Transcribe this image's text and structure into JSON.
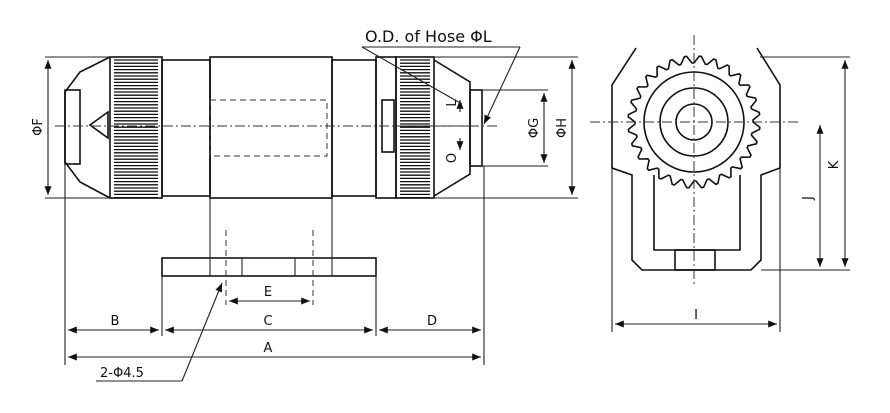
{
  "labels": {
    "hose_od": "O.D. of Hose ΦL",
    "phi_f": "ΦF",
    "phi_g": "ΦG",
    "phi_h": "ΦH",
    "l": "L",
    "o": "O",
    "a": "A",
    "b": "B",
    "c": "C",
    "d": "D",
    "e": "E",
    "hole": "2-Φ4.5",
    "i": "I",
    "j": "J",
    "k": "K"
  }
}
